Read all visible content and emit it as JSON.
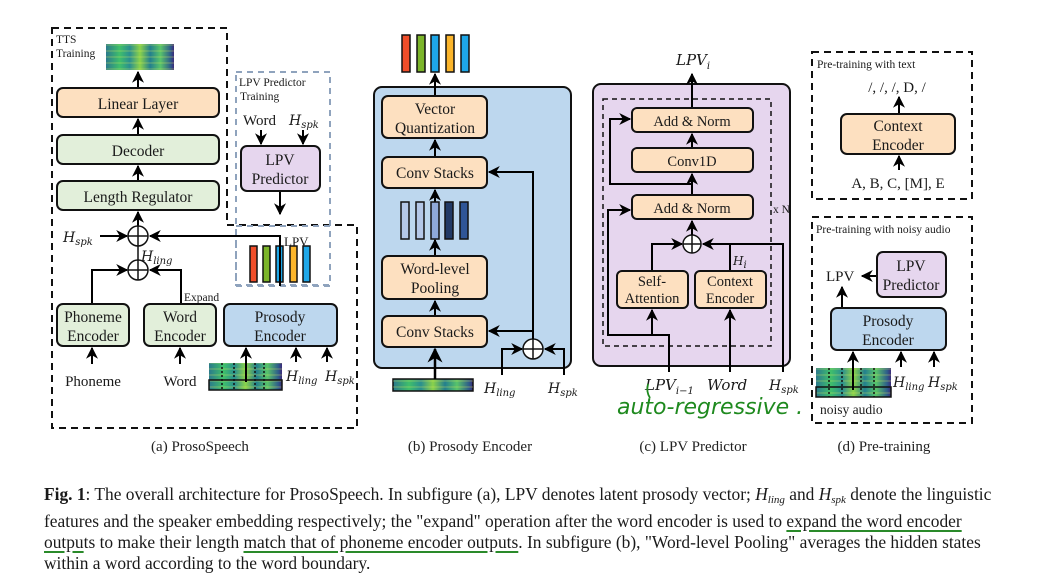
{
  "figure": {
    "subfigures": {
      "a": {
        "caption": "(a) ProsoSpeech",
        "tts_training_label_line1": "TTS",
        "tts_training_label_line2": "Training",
        "lpv_predictor_training_line1": "LPV Predictor",
        "lpv_predictor_training_line2": "Training",
        "boxes": {
          "linear_layer": "Linear Layer",
          "decoder": "Decoder",
          "length_regulator": "Length Regulator",
          "lpv_predictor_line1": "LPV",
          "lpv_predictor_line2": "Predictor",
          "phoneme_encoder_line1": "Phoneme",
          "phoneme_encoder_line2": "Encoder",
          "word_encoder_line1": "Word",
          "word_encoder_line2": "Encoder",
          "prosody_encoder_line1": "Prosody",
          "prosody_encoder_line2": "Encoder"
        },
        "labels": {
          "word_top": "Word",
          "h_spk_top": "H",
          "h_spk_sub": "spk",
          "h_spk_left": "H",
          "h_ling": "H",
          "h_ling_sub": "ling",
          "lpv": "LPV",
          "expand": "Expand",
          "phoneme_input": "Phoneme",
          "word_input": "Word",
          "h_ling_input": "H",
          "h_spk_input": "H"
        }
      },
      "b": {
        "caption": "(b) Prosody Encoder",
        "boxes": {
          "vq_line1": "Vector",
          "vq_line2": "Quantization",
          "conv_stacks_top": "Conv Stacks",
          "pooling_line1": "Word-level",
          "pooling_line2": "Pooling",
          "conv_stacks_bottom": "Conv Stacks"
        },
        "labels": {
          "h_ling": "H",
          "h_ling_sub": "ling",
          "h_spk": "H",
          "h_spk_sub": "spk"
        }
      },
      "c": {
        "caption": "(c) LPV Predictor",
        "output_label": "LPV",
        "output_sub": "i",
        "repeat_label": "x N",
        "boxes": {
          "add_norm_top": "Add & Norm",
          "conv1d": "Conv1D",
          "add_norm_bottom": "Add & Norm",
          "self_attn_line1": "Self-",
          "self_attn_line2": "Attention",
          "context_enc_line1": "Context",
          "context_enc_line2": "Encoder"
        },
        "labels": {
          "h_i": "H",
          "h_i_sub": "i",
          "lpv_prev": "LPV",
          "lpv_prev_sub": "i−1",
          "word": "Word",
          "h_spk": "H",
          "h_spk_sub": "spk"
        },
        "handwritten_note": "auto-regressive ."
      },
      "d": {
        "caption": "(d) Pre-training",
        "text_section": {
          "title": "Pre-training with text",
          "outputs": "/,   /,   /,  D,  /",
          "box_line1": "Context",
          "box_line2": "Encoder",
          "inputs": "A, B, C, [M], E"
        },
        "audio_section": {
          "title": "Pre-training with noisy audio",
          "lpv": "LPV",
          "predictor_line1": "LPV",
          "predictor_line2": "Predictor",
          "encoder_line1": "Prosody",
          "encoder_line2": "Encoder",
          "h_ling": "H",
          "h_ling_sub": "ling",
          "h_spk": "H",
          "h_spk_sub": "spk",
          "noisy_audio": "noisy audio"
        }
      }
    },
    "colors": {
      "orange_box": "#fde0c0",
      "green_box": "#e2efda",
      "purple_box": "#e6d6ee",
      "blue_box": "#bdd7ee",
      "lpv_red": "#f04e2a",
      "lpv_green": "#7cb52a",
      "lpv_blue": "#1ea7e8",
      "lpv_yellow": "#fbb52b",
      "annotation_green": "#1f8a1f"
    }
  },
  "caption": {
    "fig_label": "Fig. 1",
    "p1": ": The overall architecture for ProsoSpeech. In subfigure (a), LPV denotes latent prosody vector; ",
    "h_ling_H": "H",
    "h_ling_sub": "ling",
    "p2": " and ",
    "h_spk_H": "H",
    "h_spk_sub": "spk",
    "p3": " denote the linguistic features and the speaker embedding respectively; the \"expand\" operation after the word encoder is used to ",
    "u1": "expand the word encoder outpu",
    "p4": "ts to make their length ",
    "u2": "match that of phoneme encoder outputs",
    "p5": ". In subfigure (b), \"Word-level Pooling\" averages the hidden states within a word according to the word boundary."
  }
}
